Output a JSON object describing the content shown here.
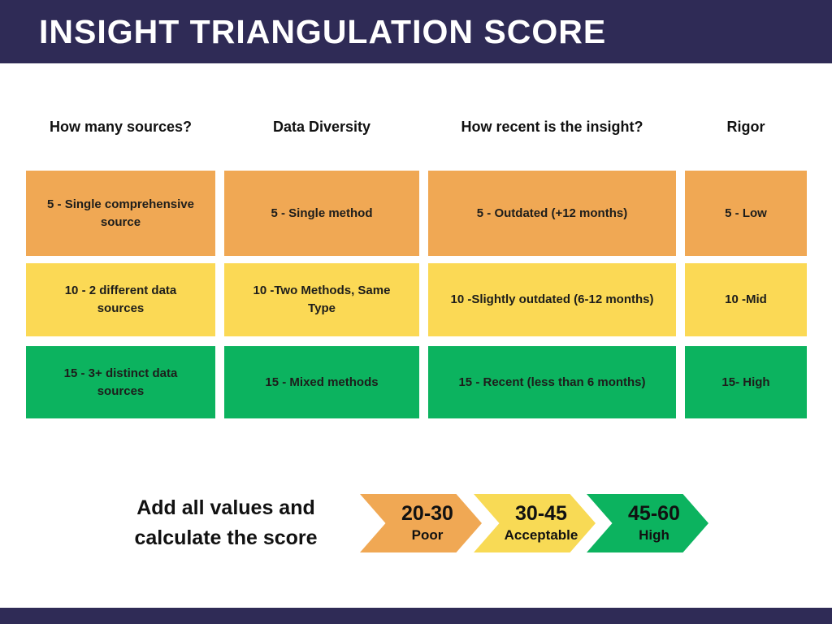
{
  "title": "INSIGHT TRIANGULATION SCORE",
  "theme": {
    "navy": "#2f2b56",
    "orange": "#f0a854",
    "yellow": "#fbd955",
    "green": "#0cb35f",
    "text_dark": "#1d1d1b",
    "background": "#ffffff"
  },
  "columns": [
    {
      "header": "How many sources?",
      "cells": [
        {
          "score": 5,
          "tier": "orange",
          "text": "5 - Single comprehensive source"
        },
        {
          "score": 10,
          "tier": "yellow",
          "text": "10 - 2 different data sources"
        },
        {
          "score": 15,
          "tier": "green",
          "text": "15 - 3+ distinct data sources"
        }
      ]
    },
    {
      "header": "Data Diversity",
      "cells": [
        {
          "score": 5,
          "tier": "orange",
          "text": "5 - Single method"
        },
        {
          "score": 10,
          "tier": "yellow",
          "text": "10 -Two Methods, Same Type"
        },
        {
          "score": 15,
          "tier": "green",
          "text": "15 - Mixed methods"
        }
      ]
    },
    {
      "header": "How recent is the insight?",
      "cells": [
        {
          "score": 5,
          "tier": "orange",
          "text": "5 - Outdated (+12 months)"
        },
        {
          "score": 10,
          "tier": "yellow",
          "text": "10 -Slightly outdated (6-12 months)"
        },
        {
          "score": 15,
          "tier": "green",
          "text": "15 - Recent (less than 6 months)"
        }
      ]
    },
    {
      "header": "Rigor",
      "cells": [
        {
          "score": 5,
          "tier": "orange",
          "text": "5 - Low"
        },
        {
          "score": 10,
          "tier": "yellow",
          "text": "10 -Mid"
        },
        {
          "score": 15,
          "tier": "green",
          "text": "15- High"
        }
      ]
    }
  ],
  "footer": {
    "instruction": {
      "line1": "Add all values and",
      "line2": "calculate the score"
    },
    "score_bands": [
      {
        "range": "20-30",
        "label": "Poor",
        "color": "#f0a854"
      },
      {
        "range": "30-45",
        "label": "Acceptable",
        "color": "#f8da55"
      },
      {
        "range": "45-60",
        "label": "High",
        "color": "#0cb35f"
      }
    ]
  }
}
